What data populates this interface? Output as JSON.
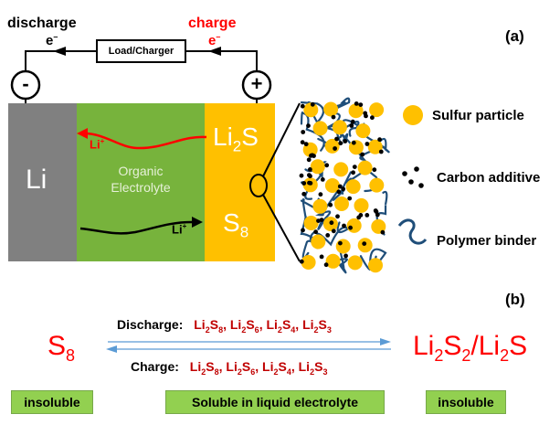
{
  "panel_a": {
    "label": "(a)",
    "discharge": "discharge",
    "charge": "charge",
    "electron": "e",
    "electron_sup": "–",
    "load_charger": "Load/Charger",
    "minus": "-",
    "plus": "+",
    "anode": "Li",
    "electrolyte_line1": "Organic",
    "electrolyte_line2": "Electrolyte",
    "li_ion": "Li",
    "li_ion_sup": "+",
    "cathode_top": {
      "base": "Li",
      "sub": "2",
      "tail": "S"
    },
    "cathode_bottom": {
      "base": "S",
      "sub": "8"
    },
    "legend": {
      "sulfur": "Sulfur particle",
      "carbon": "Carbon additive",
      "binder": "Polymer binder"
    }
  },
  "panel_b": {
    "label": "(b)",
    "left_species": {
      "base": "S",
      "sub": "8"
    },
    "right_species": "Li2S2/Li2S",
    "discharge_label": "Discharge:",
    "charge_label": "Charge:",
    "polysulfides": [
      "Li2S8",
      "Li2S6",
      "Li2S4",
      "Li2S3"
    ],
    "insoluble_left": "insoluble",
    "soluble": "Soluble in liquid electrolyte",
    "insoluble_right": "insoluble"
  },
  "colors": {
    "anode": "#808080",
    "electrolyte": "#77b33c",
    "cathode": "#ffc000",
    "red": "#ff0000",
    "green_box": "#92d050",
    "binder": "#1f4e79",
    "arrow": "#5b9bd5"
  }
}
